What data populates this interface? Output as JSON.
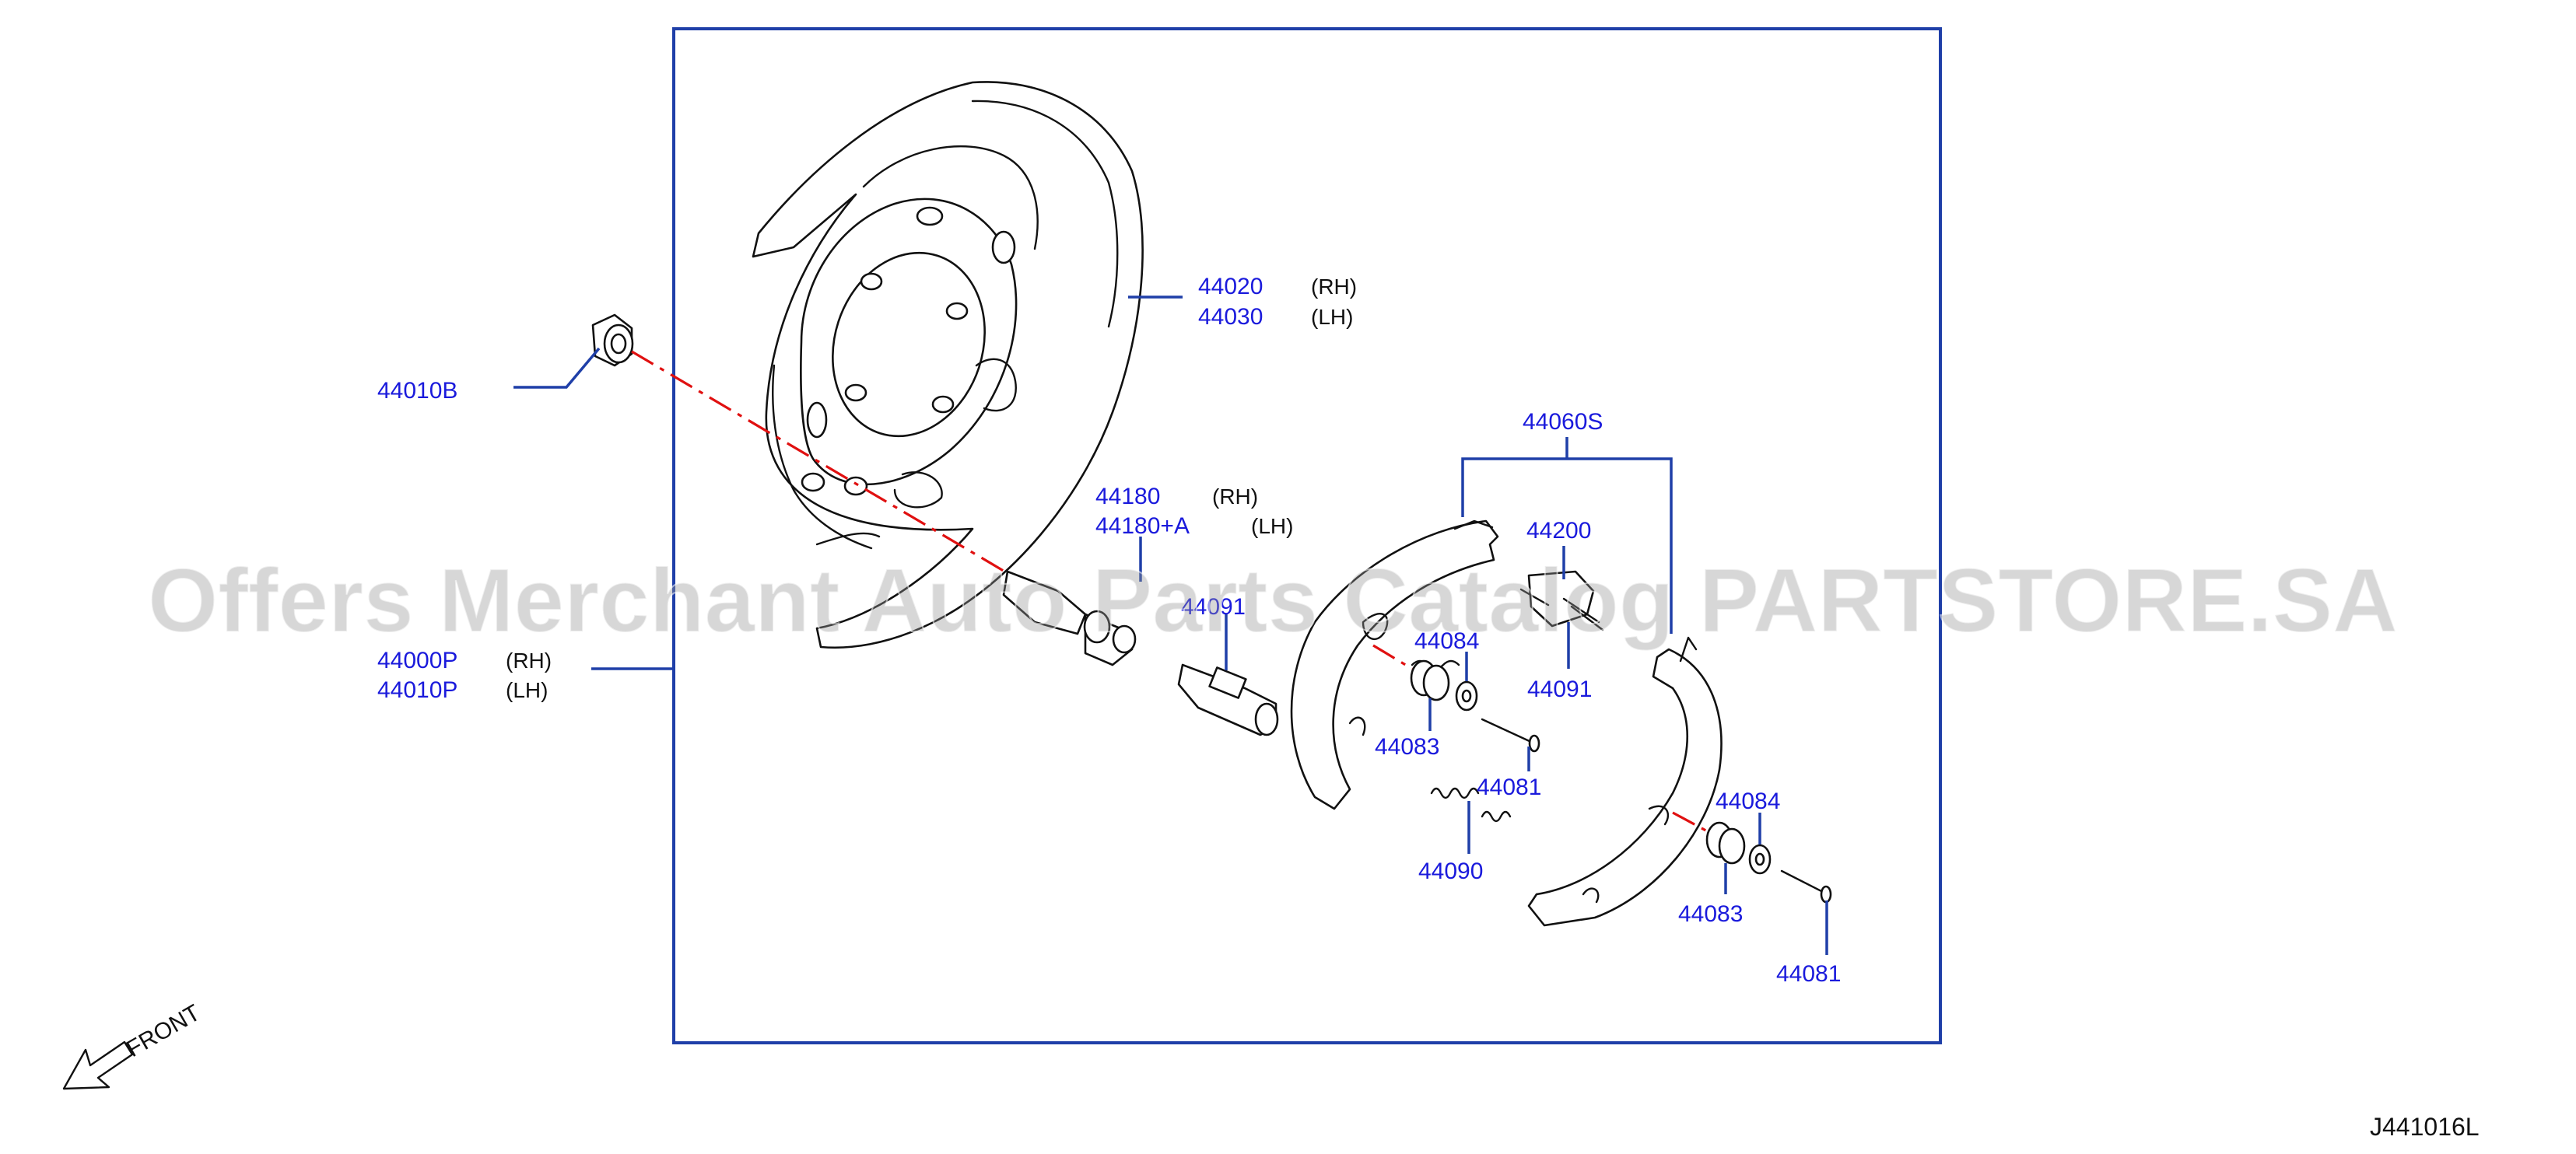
{
  "diagram_code": "J441016L",
  "front_label": "FRONT",
  "watermark": "Offers Merchant Auto Parts Catalog PARTSTORE.SA",
  "colors": {
    "part_number": "#1a1adc",
    "leader": "#1f3fa8",
    "axis": "#e01010",
    "frame": "#1f3fa8"
  },
  "labels": {
    "p44020": {
      "pn": "44020",
      "side": "(RH)"
    },
    "p44030": {
      "pn": "44030",
      "side": "(LH)"
    },
    "p44010B": {
      "pn": "44010B"
    },
    "p44060S": {
      "pn": "44060S"
    },
    "p44180": {
      "pn": "44180",
      "side": "(RH)"
    },
    "p44180A": {
      "pn": "44180+A",
      "side": "(LH)"
    },
    "p44200": {
      "pn": "44200"
    },
    "p44000P": {
      "pn": "44000P",
      "side": "(RH)"
    },
    "p44010P": {
      "pn": "44010P",
      "side": "(LH)"
    },
    "p44084a": {
      "pn": "44084"
    },
    "p44091": {
      "pn": "44091"
    },
    "p44083a": {
      "pn": "44083"
    },
    "p44081a": {
      "pn": "44081"
    },
    "p44090": {
      "pn": "44090"
    },
    "p44084b": {
      "pn": "44084"
    },
    "p44083b": {
      "pn": "44083"
    },
    "p44081b": {
      "pn": "44081"
    },
    "p44091b": {
      "pn": "44091"
    }
  }
}
